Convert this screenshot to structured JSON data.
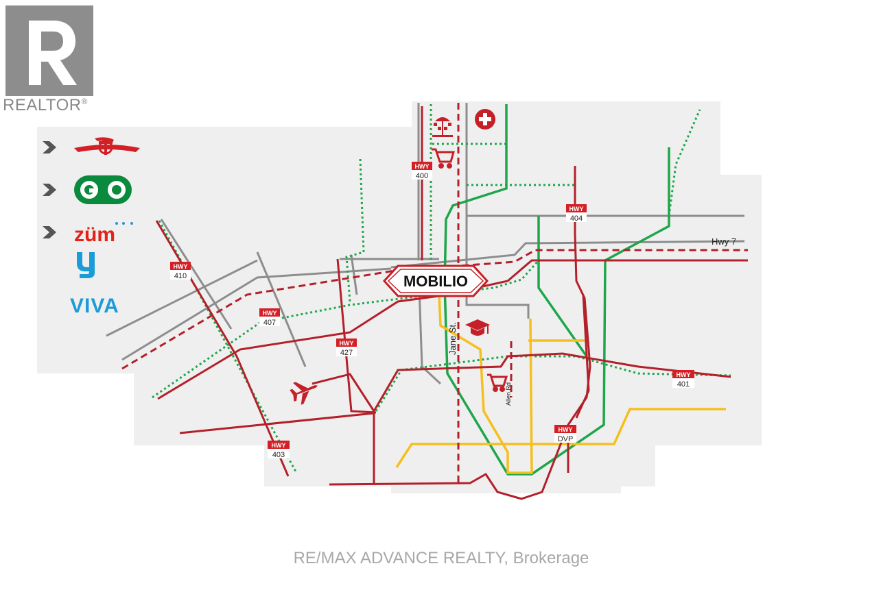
{
  "branding": {
    "realtor_text": "REALTOR",
    "realtor_mark": "®",
    "watermark": "RE/MAX ADVANCE REALTY, Brokerage"
  },
  "legend": [
    {
      "icon": "ttc-logo-icon",
      "color": "#d32027"
    },
    {
      "icon": "go-transit-logo-icon",
      "text": "GO",
      "color": "#0a8a3c"
    },
    {
      "icon": "zum-logo-icon",
      "text": "züm",
      "color": "#e2231a"
    },
    {
      "icon": "yrt-logo-icon",
      "color": "#1b9bd7"
    },
    {
      "icon": "viva-logo-icon",
      "text": "VIVA",
      "color": "#1b9bd7"
    }
  ],
  "map": {
    "center_label": "MOBILIO",
    "highways": [
      {
        "top": "HWY",
        "num": "400"
      },
      {
        "top": "HWY",
        "num": "404"
      },
      {
        "top": "HWY",
        "num": "410"
      },
      {
        "top": "HWY",
        "num": "407"
      },
      {
        "top": "HWY",
        "num": "427"
      },
      {
        "top": "HWY",
        "num": "401"
      },
      {
        "top": "HWY",
        "num": "DVP"
      },
      {
        "top": "HWY",
        "num": "403"
      }
    ],
    "road_labels": [
      "Hwy 7",
      "Jane St.",
      "Allen Rd"
    ],
    "icons": [
      "amusement-park-icon",
      "hospital-icon",
      "shopping-cart-icon",
      "education-icon",
      "shopping-cart-icon",
      "airport-icon"
    ]
  },
  "colors": {
    "highway_red": "#b3202a",
    "transit_green": "#1ea64b",
    "subway_yellow": "#f5bf1e",
    "road_grey": "#8d8d8d",
    "background": "#efefef"
  }
}
